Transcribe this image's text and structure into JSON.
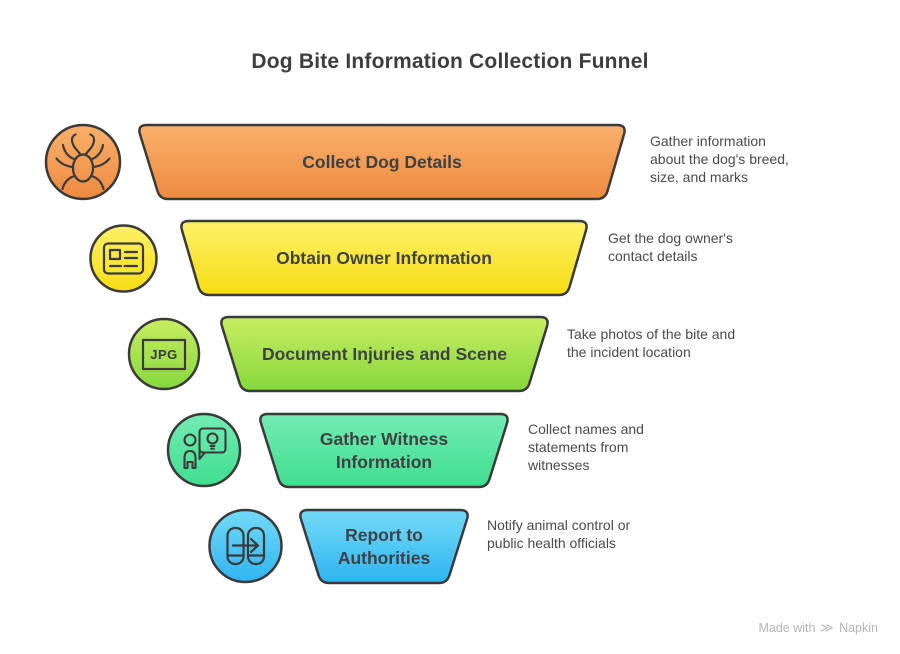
{
  "title": "Dog Bite Information Collection Funnel",
  "colors": {
    "outline": "#3A3A3A",
    "icon_stroke": "#3A3A3A",
    "label_text": "#3F4245",
    "desc_text": "#4A4A4A",
    "title_text": "#3D3D3D",
    "watermark_text": "#B5B5B5"
  },
  "stages": [
    {
      "title": "Collect Dog Details",
      "description": "Gather information about the dog's breed, size, and marks",
      "icon": "tick-bug-icon",
      "color_top": "#F8B06A",
      "color_bottom": "#EE8A40"
    },
    {
      "title": "Obtain Owner Information",
      "description": "Get the dog owner's contact details",
      "icon": "id-card-icon",
      "color_top": "#FBF167",
      "color_bottom": "#F8DD14"
    },
    {
      "title": "Document Injuries and Scene",
      "description": "Take photos of the bite and the incident location",
      "icon": "jpg-photo-icon",
      "color_top": "#C8ED62",
      "color_bottom": "#85D73C"
    },
    {
      "title": "Gather Witness Information",
      "description": "Collect names and statements from witnesses",
      "icon": "witness-speech-icon",
      "color_top": "#73EBB3",
      "color_bottom": "#3FDE8F"
    },
    {
      "title": "Report to Authorities",
      "description": "Notify animal control or public health officials",
      "icon": "report-transfer-icon",
      "color_top": "#73DAF8",
      "color_bottom": "#2FB4EF"
    }
  ],
  "icons": {
    "jpg_label": "JPG"
  },
  "watermark": {
    "prefix": "Made with",
    "brand": "Napkin",
    "logo_glyph": "≫"
  }
}
